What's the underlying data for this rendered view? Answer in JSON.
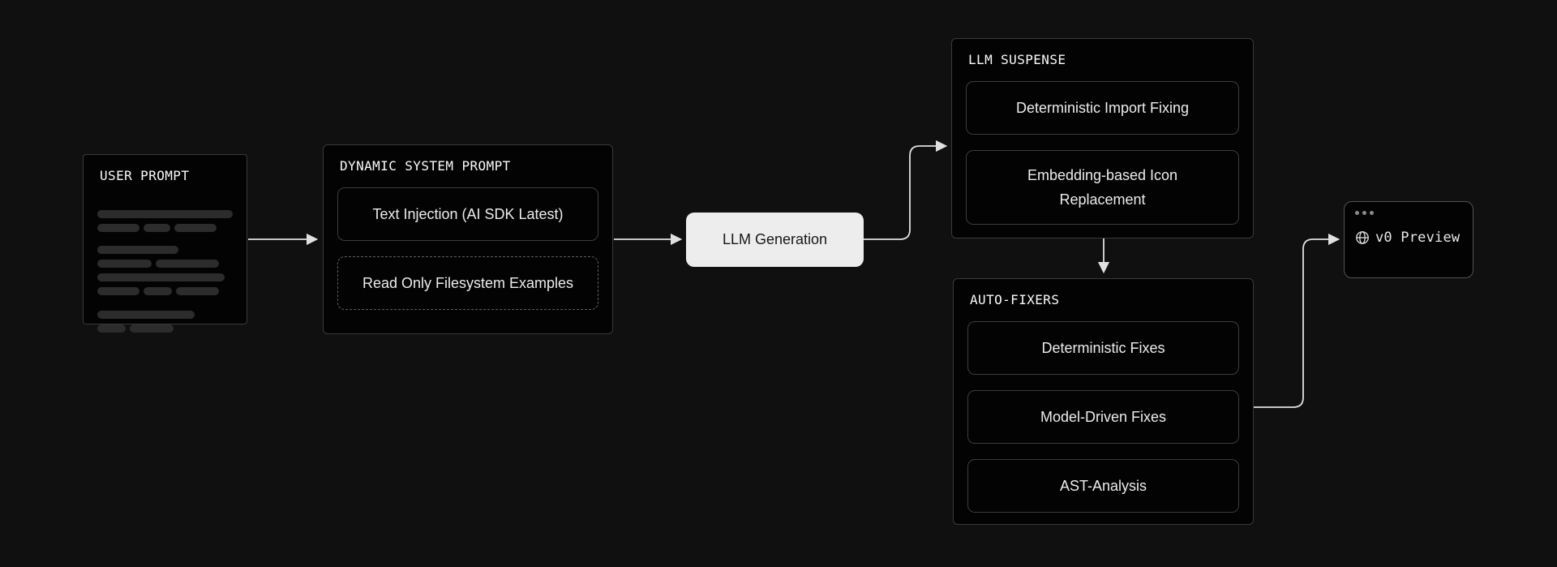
{
  "diagram": {
    "user_prompt": {
      "title": "USER PROMPT"
    },
    "dynamic_system_prompt": {
      "title": "DYNAMIC SYSTEM PROMPT",
      "items": [
        "Text Injection (AI SDK Latest)",
        "Read Only Filesystem Examples"
      ]
    },
    "llm_generation": {
      "label": "LLM Generation"
    },
    "llm_suspense": {
      "title": "LLM SUSPENSE",
      "items": [
        "Deterministic Import Fixing",
        "Embedding-based Icon Replacement"
      ]
    },
    "auto_fixers": {
      "title": "AUTO-FIXERS",
      "items": [
        "Deterministic Fixes",
        "Model-Driven Fixes",
        "AST-Analysis"
      ]
    },
    "v0_preview": {
      "label": "v0 Preview",
      "icon": "globe-icon"
    },
    "edges": [
      {
        "from": "user_prompt",
        "to": "dynamic_system_prompt"
      },
      {
        "from": "dynamic_system_prompt",
        "to": "llm_generation"
      },
      {
        "from": "llm_generation",
        "to": "llm_suspense"
      },
      {
        "from": "llm_suspense",
        "to": "auto_fixers"
      },
      {
        "from": "auto_fixers",
        "to": "v0_preview"
      }
    ],
    "colors": {
      "bg": "#101010",
      "node_bg": "#030303",
      "border": "#3a3a3a",
      "accent_box_bg": "#ededed",
      "accent_box_text": "#171717",
      "arrow": "#e0e0e0",
      "title_text": "#fafafa",
      "label_text": "#ececec",
      "skeleton": "#2c2c2c"
    }
  }
}
